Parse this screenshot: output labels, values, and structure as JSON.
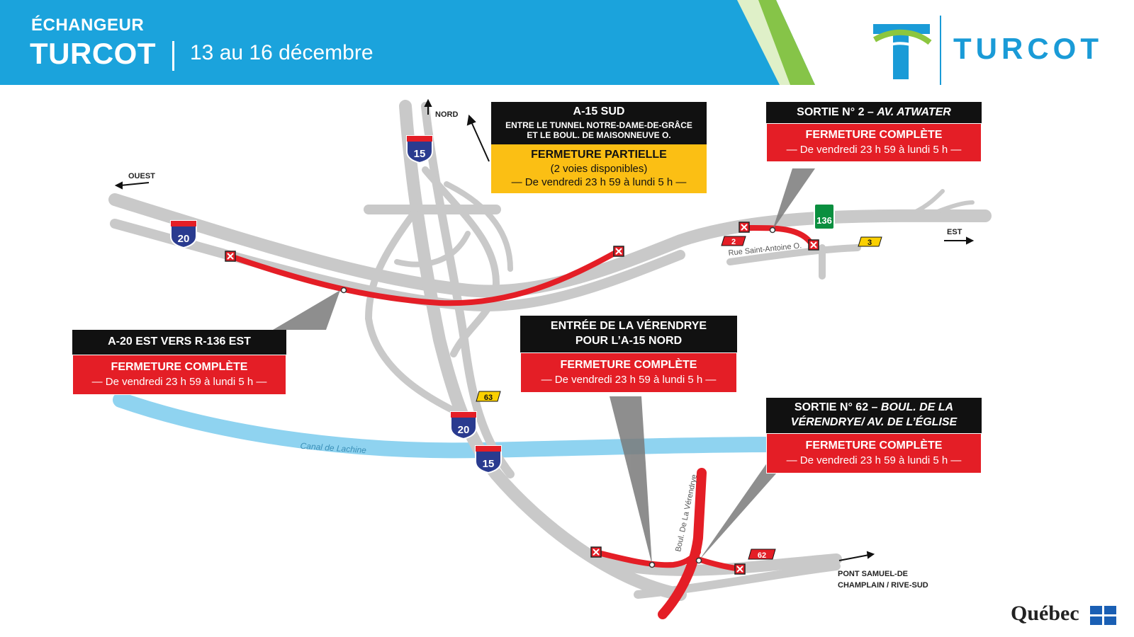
{
  "header": {
    "kicker": "ÉCHANGEUR",
    "title": "TURCOT",
    "date": "13 au 16 décembre",
    "brand": "TURCOT"
  },
  "colors": {
    "header_blue": "#1ba3dc",
    "closure_red": "#e41e26",
    "partial_yellow": "#fbbf14",
    "road_gray": "#cfcfcf",
    "canal_blue": "#8fd3f0",
    "brand_blue": "#1a9bd7",
    "brand_green": "#8cc63f"
  },
  "directions": {
    "north": "NORD",
    "west": "OUEST",
    "east": "EST",
    "south_bridge": "PONT SAMUEL-DE CHAMPLAIN / RIVE-SUD"
  },
  "places": {
    "canal": "Canal de Lachine",
    "rue_saint_antoine": "Rue Saint-Antoine O.",
    "boul_verendrye": "Boul. De La Vérendrye"
  },
  "shields": {
    "a15_top": "15",
    "a20_left": "20",
    "r136": "136",
    "exit3": "3",
    "exit2": "2",
    "exit63": "63",
    "a20_mid": "20",
    "a15_mid": "15",
    "exit62": "62"
  },
  "boxes": {
    "a15_sud": {
      "title": "A-15 SUD",
      "sub1": "ENTRE LE TUNNEL NOTRE-DAME-DE-GRÂCE",
      "sub2": "ET LE BOUL. DE MAISONNEUVE O.",
      "status": "FERMETURE PARTIELLE",
      "detail": "(2 voies disponibles)",
      "when": "— De vendredi 23 h 59 à lundi 5 h —"
    },
    "sortie2": {
      "title_a": "SORTIE N° 2 – ",
      "title_b": "AV. ATWATER",
      "status": "FERMETURE COMPLÈTE",
      "when": "— De vendredi 23 h 59 à lundi 5 h —"
    },
    "a20_est": {
      "title": "A-20 EST VERS R-136 EST",
      "status": "FERMETURE COMPLÈTE",
      "when": "— De vendredi 23 h 59 à lundi 5 h —"
    },
    "entree_verendrye": {
      "title1": "ENTRÉE DE LA VÉRENDRYE",
      "title2": "POUR L’A-15 NORD",
      "status": "FERMETURE COMPLÈTE",
      "when": "— De vendredi 23 h 59 à lundi 5 h —"
    },
    "sortie62": {
      "title1_a": "SORTIE N° 62 – ",
      "title1_b": "BOUL. DE LA",
      "title2": "VÉRENDRYE/ AV. DE L’ÉGLISE",
      "status": "FERMETURE COMPLÈTE",
      "when": "— De vendredi 23 h 59 à lundi 5 h —"
    }
  },
  "footer": {
    "quebec": "Québec"
  }
}
